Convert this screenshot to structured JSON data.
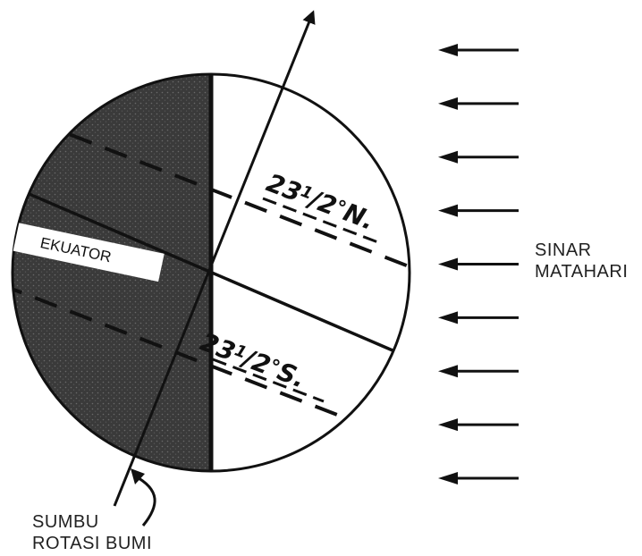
{
  "labels": {
    "equator": "EKUATOR",
    "tropic_north": "23½° N.",
    "tropic_north_parts": {
      "main": "23",
      "num": "1",
      "den": "/2",
      "deg": "°",
      "dir": "N."
    },
    "tropic_south": "23½° S.",
    "tropic_south_parts": {
      "main": "23",
      "num": "1",
      "den": "/2",
      "deg": "°",
      "dir": "S."
    },
    "sun_rays_line1": "SINAR",
    "sun_rays_line2": "MATAHARI",
    "axis_line1": "SUMBU",
    "axis_line2": "ROTASI BUMI"
  },
  "sun_ray_count": 9,
  "colors": {
    "night_side": "#3a3a3a",
    "day_side": "#ffffff",
    "ink": "#111111",
    "label_text": "#222222"
  }
}
